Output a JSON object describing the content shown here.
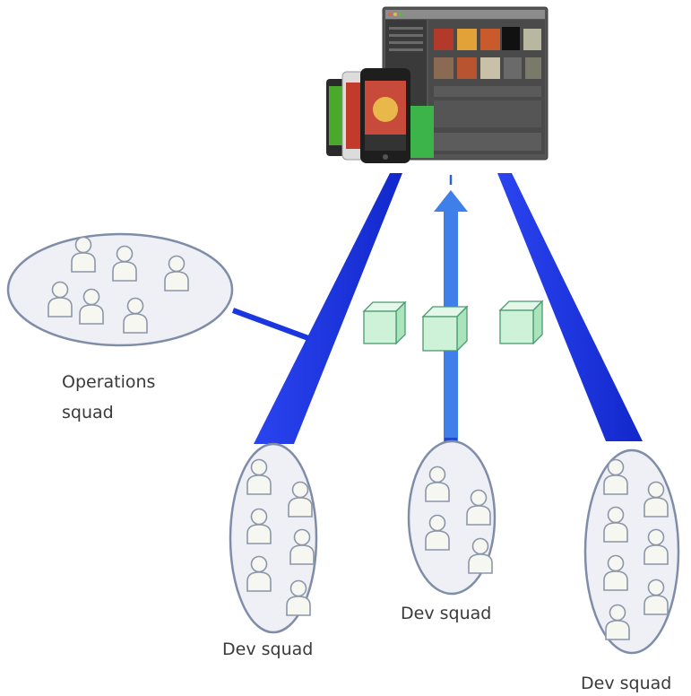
{
  "labels": {
    "operations_line1": "Operations",
    "operations_line2": "squad",
    "dev_left": "Dev squad",
    "dev_middle": "Dev squad",
    "dev_right": "Dev squad"
  },
  "colors": {
    "pipeline": "#1a36e0",
    "arrow": "#3f7fea",
    "group_fill": "#eef0f6",
    "group_stroke": "#7f8da8",
    "person_fill": "#f7f7f2",
    "person_stroke": "#8c96a8",
    "box_front": "#cdf2d8",
    "box_top": "#e4f8ea",
    "box_side": "#a9e4bc",
    "box_stroke": "#4a9a70"
  },
  "icons": {
    "device": "app-screenshot-devices",
    "person": "person-icon",
    "package": "package-cube-icon"
  }
}
